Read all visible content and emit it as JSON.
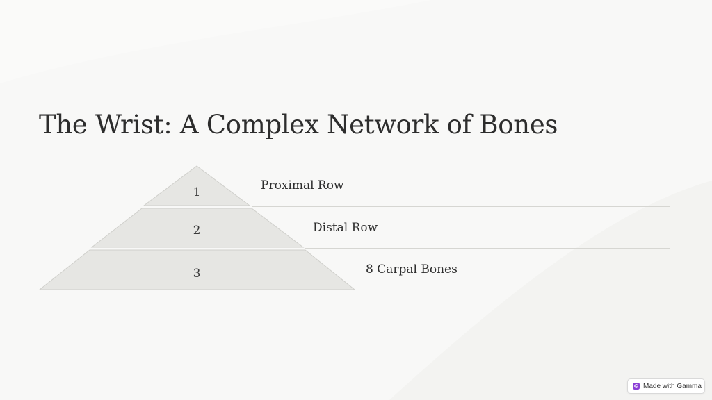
{
  "slide": {
    "title": "The Wrist: A Complex Network of Bones"
  },
  "pyramid": {
    "tiers": [
      {
        "number": "1",
        "label": "Proximal Row"
      },
      {
        "number": "2",
        "label": "Distal Row"
      },
      {
        "number": "3",
        "label": "8 Carpal Bones"
      }
    ]
  },
  "badge": {
    "label": "Made with Gamma",
    "icon": "gamma-logo-icon"
  },
  "colors": {
    "background": "#f8f8f7",
    "tier_fill": "#e6e6e3",
    "divider": "#d6d6d2",
    "badge_accent": "#8b3fd6"
  }
}
